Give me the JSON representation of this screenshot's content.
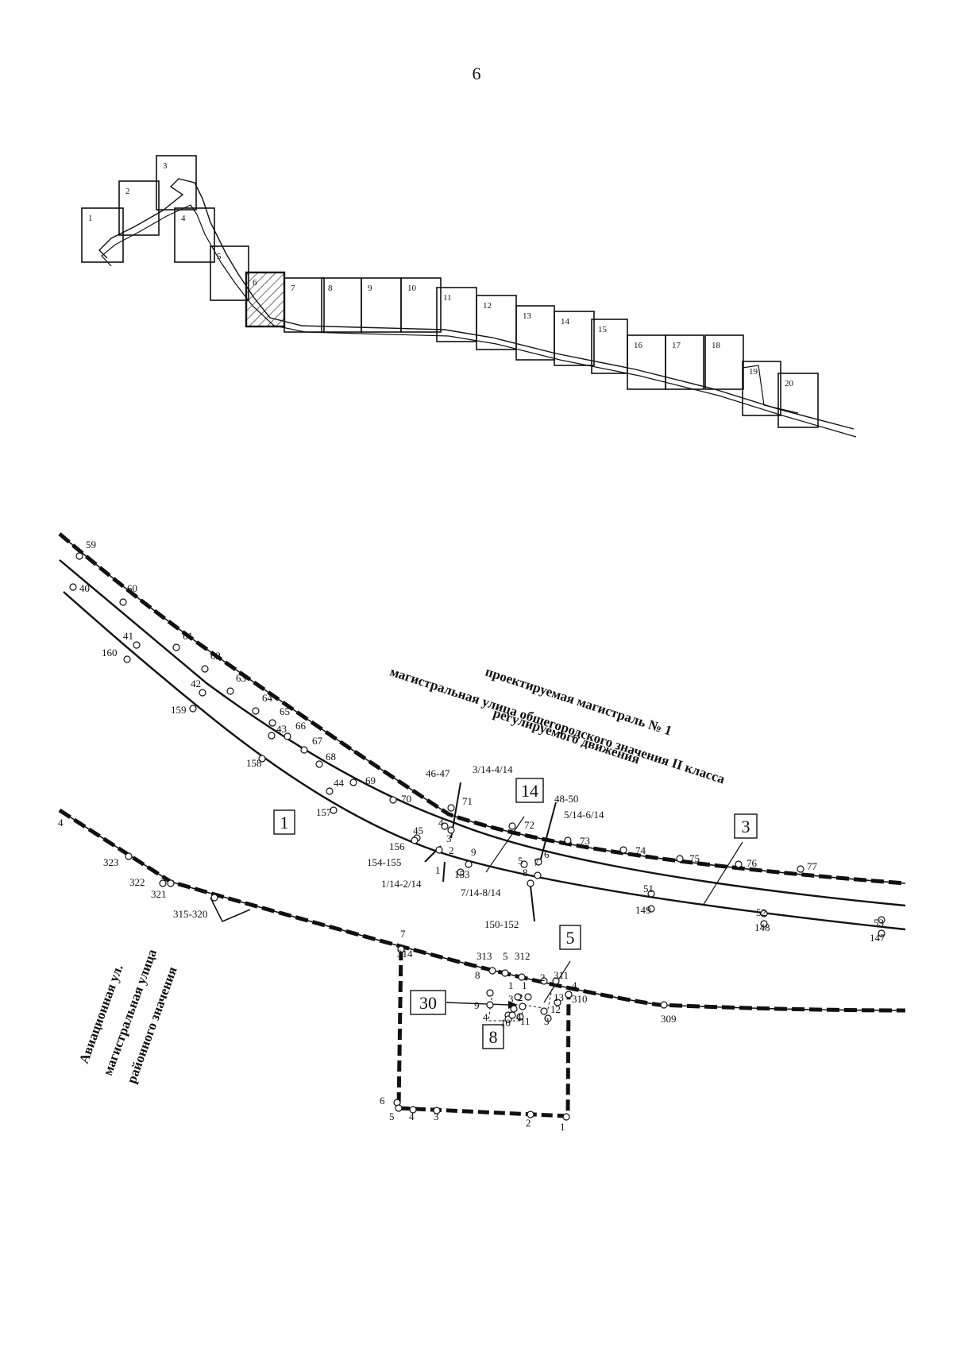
{
  "page_number": "6",
  "key_map": {
    "sheets": [
      "1",
      "2",
      "3",
      "4",
      "5",
      "6",
      "7",
      "8",
      "9",
      "10",
      "11",
      "12",
      "13",
      "14",
      "15",
      "16",
      "17",
      "18",
      "19",
      "20"
    ],
    "highlighted_sheet": "6"
  },
  "plan": {
    "title_lines": [
      "проектируемая магистраль № 1",
      "магистральная улица общегородского значения II класса",
      "регулируемого движения"
    ],
    "side_street_lines": [
      "Авиационная ул.",
      "магистральная улица",
      "районного значения"
    ],
    "boxed_labels": [
      "1",
      "14",
      "3",
      "5",
      "30",
      "8"
    ],
    "line_a_points": [
      "59",
      "60",
      "61",
      "62",
      "63",
      "64",
      "65",
      "66",
      "67",
      "68",
      "69",
      "70",
      "71",
      "72",
      "73",
      "74",
      "75",
      "76",
      "77"
    ],
    "line_b_points": [
      "40",
      "41",
      "42",
      "43",
      "44",
      "45",
      "4",
      "3",
      "5",
      "6",
      "51",
      "52",
      "53"
    ],
    "line_c_points": [
      "160",
      "159",
      "158",
      "157",
      "156",
      "2",
      "9",
      "153",
      "8",
      "7",
      "149",
      "148",
      "147"
    ],
    "south_line_points": [
      "323",
      "322",
      "321",
      "315-320",
      "7",
      "314",
      "313",
      "5",
      "312",
      "2",
      "311",
      "4",
      "310",
      "309"
    ],
    "lot_points": [
      "6",
      "5",
      "4",
      "3",
      "2",
      "1"
    ],
    "small_points": [
      "8",
      "1",
      "1",
      "2",
      "3",
      "13",
      "12",
      "3",
      "9",
      "4",
      "10",
      "4",
      "11"
    ],
    "callouts": [
      "46-47",
      "3/14-4/14",
      "154-155",
      "1/14-2/14",
      "48-50",
      "5/14-6/14",
      "7/14-8/14",
      "150-152"
    ],
    "misc_labels": [
      "1",
      "4"
    ]
  }
}
